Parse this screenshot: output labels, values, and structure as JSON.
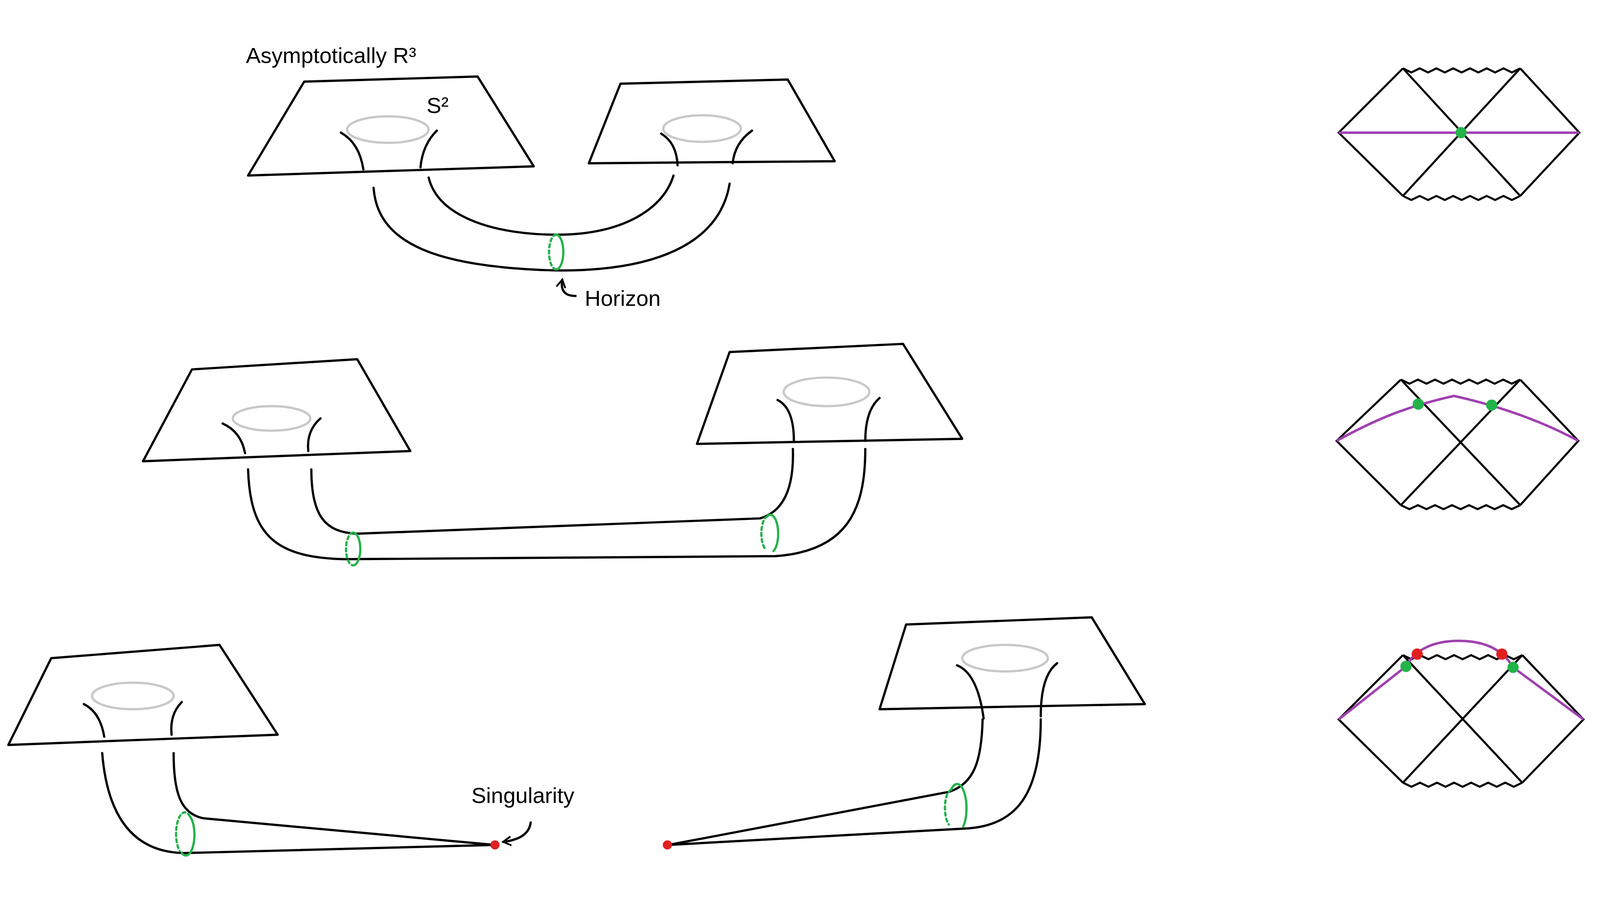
{
  "diagram": {
    "labels": [
      "Asymptotically R³",
      "S²",
      "Horizon",
      "Singularity"
    ]
  }
}
